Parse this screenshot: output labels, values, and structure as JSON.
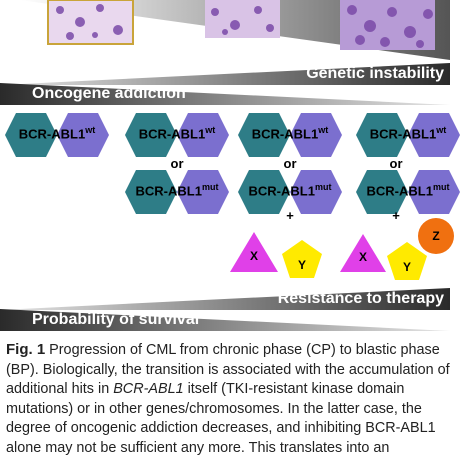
{
  "figure": {
    "bars": {
      "genetic_instability": "Genetic instability",
      "oncogene_addiction": "Oncogene addiction",
      "resistance_to_therapy": "Resistance to therapy",
      "probability_of_survival": "Probability of survival"
    },
    "columns": [
      {
        "pairs": [
          {
            "name": "BCR-ABL1",
            "sup": "wt"
          }
        ]
      },
      {
        "pairs": [
          {
            "name": "BCR-ABL1",
            "sup": "wt"
          },
          {
            "name": "BCR-ABL1",
            "sup": "mut"
          }
        ],
        "connector": "or"
      },
      {
        "pairs": [
          {
            "name": "BCR-ABL1",
            "sup": "wt"
          },
          {
            "name": "BCR-ABL1",
            "sup": "mut"
          }
        ],
        "connector": "or",
        "plus": "+",
        "shapes": [
          "X",
          "Y"
        ]
      },
      {
        "pairs": [
          {
            "name": "BCR-ABL1",
            "sup": "wt"
          },
          {
            "name": "BCR-ABL1",
            "sup": "mut"
          }
        ],
        "connector": "or",
        "plus": "+",
        "shapes": [
          "X",
          "Y",
          "Z"
        ]
      }
    ],
    "colors": {
      "hex_left": "#2e7d87",
      "hex_right": "#7b6fcf",
      "shape_x": "#e040e8",
      "shape_y": "#ffea00",
      "shape_z": "#f07010",
      "bar_gradient_dark": "#2a2a2a",
      "bar_gradient_light": "#e6e6e6"
    }
  },
  "caption": {
    "label": "Fig. 1",
    "text_1": " Progression of CML from chronic phase (CP) to blastic phase (BP). Biologically, the transition is associated with the accumulation of additional hits in ",
    "gene": "BCR-ABL1",
    "text_2": " itself (TKI-resistant kinase domain mutations) or in other genes/chromosomes. In the latter case, the degree of oncogenic addiction decreases, and inhibiting BCR-ABL1 alone may not be sufficient any more. This translates into an"
  }
}
